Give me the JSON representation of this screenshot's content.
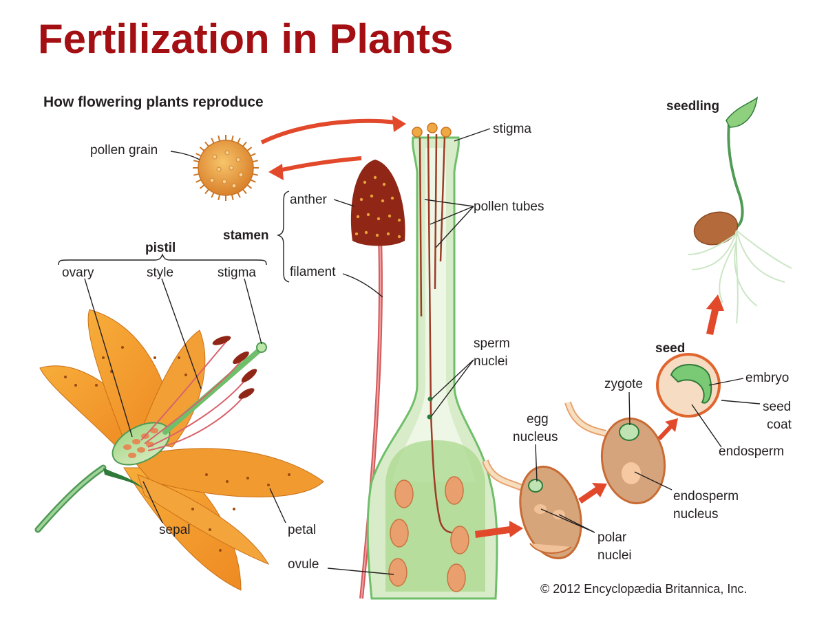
{
  "title": "Fertilization in Plants",
  "subtitle": "How flowering plants reproduce",
  "labels": {
    "pollen_grain": "pollen grain",
    "stigma_top": "stigma",
    "anther": "anther",
    "pollen_tubes": "pollen tubes",
    "stamen": "stamen",
    "filament": "filament",
    "pistil": "pistil",
    "ovary": "ovary",
    "style": "style",
    "stigma_flower": "stigma",
    "sepal": "sepal",
    "petal": "petal",
    "sperm_nuclei_1": "sperm",
    "sperm_nuclei_2": "nuclei",
    "ovule": "ovule",
    "egg_nucleus_1": "egg",
    "egg_nucleus_2": "nucleus",
    "polar_nuclei_1": "polar",
    "polar_nuclei_2": "nuclei",
    "zygote": "zygote",
    "endosperm_nucleus_1": "endosperm",
    "endosperm_nucleus_2": "nucleus",
    "seed": "seed",
    "embryo": "embryo",
    "seed_coat_1": "seed",
    "seed_coat_2": "coat",
    "endosperm": "endosperm",
    "seedling": "seedling"
  },
  "credit": "© 2012 Encyclopædia Britannica, Inc.",
  "colors": {
    "title": "#a30f12",
    "arrow": "#e2492b",
    "petal": "#f39a2b",
    "pistil_green": "#6fbe6a",
    "ovary_fill": "#d8ecc4",
    "ovule": "#e9a06e",
    "anther": "#a3361b",
    "pollen": "#e69a3c"
  }
}
